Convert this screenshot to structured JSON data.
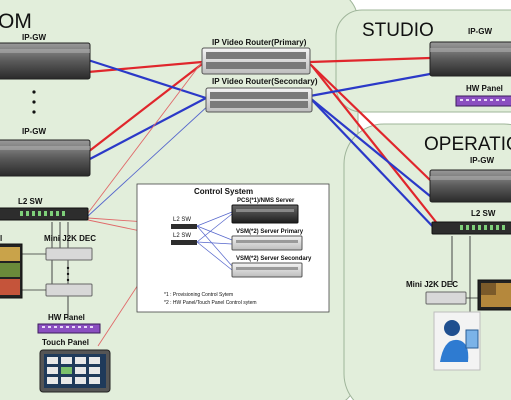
{
  "zones": {
    "left_title": "OM",
    "studio_title": "STUDIO",
    "operation_title": "OPERATION"
  },
  "routers": {
    "primary_label": "IP Video Router(Primary)",
    "secondary_label": "IP Video Router(Secondary)"
  },
  "left": {
    "ipgw_top": "IP-GW",
    "ipgw_bottom": "IP-GW",
    "l2sw": "L2 SW",
    "mini_dec": "Mini J2K DEC",
    "hw_panel": "HW Panel",
    "touch_panel": "Touch Panel",
    "cut_label": "l"
  },
  "control": {
    "title": "Control System",
    "l2sw_a": "L2 SW",
    "l2sw_b": "L2 SW",
    "pcs_label": "PCS(*1)/NMS Server",
    "vsm_primary": "VSM(*2) Server Primary",
    "vsm_secondary": "VSM(*2) Server Secondary",
    "note1": "*1 : Provisioning Control Sytem",
    "note2": "*2 : HW Panel/Touch Panel Control sytem"
  },
  "studio": {
    "ipgw": "IP-GW",
    "hw_panel": "HW Panel"
  },
  "operation": {
    "ipgw": "IP-GW",
    "l2sw": "L2 SW",
    "mini_dec": "Mini J2K DEC"
  },
  "colors": {
    "zone_fill": "#e2eedb",
    "primary_link": "#e0262c",
    "secondary_link": "#2b39c8",
    "control_link": "#e06a6a",
    "panel_purple": "#8a4fc0"
  }
}
